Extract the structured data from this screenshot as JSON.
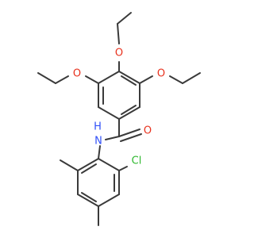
{
  "colors": {
    "bond": "#3a3a3a",
    "oxygen": "#e8321e",
    "nitrogen": "#3050f8",
    "chlorine": "#2eb82e",
    "hydrogen": "#3050f8"
  },
  "atoms": {
    "o_top": "O",
    "o_left": "O",
    "o_right": "O",
    "o_carbonyl": "O",
    "nh_n": "N",
    "nh_h": "H",
    "cl": "Cl"
  }
}
